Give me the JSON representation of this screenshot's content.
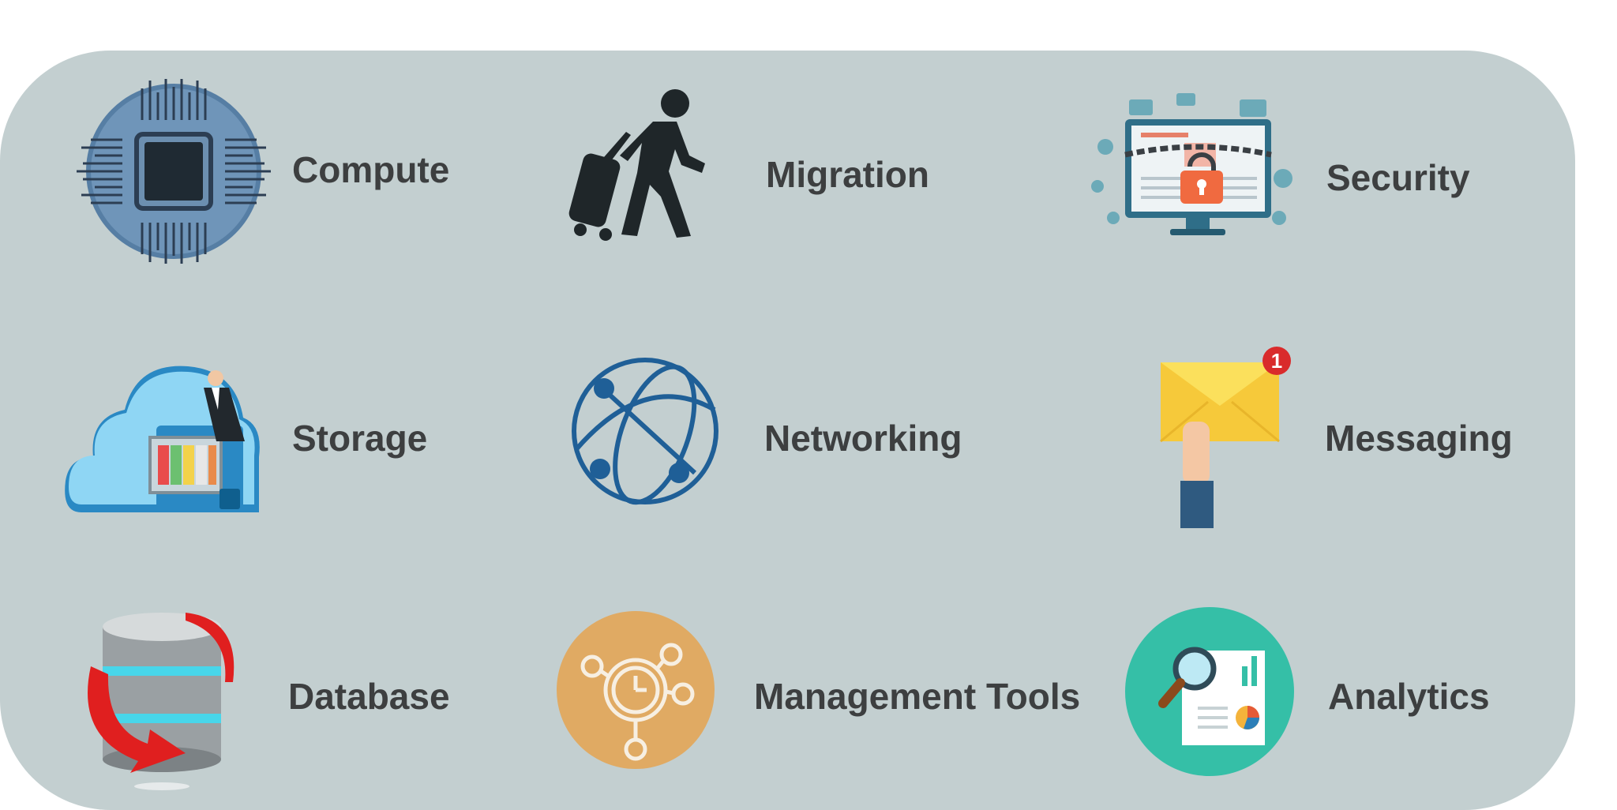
{
  "panel": {
    "background": "#c3cfd0"
  },
  "services": [
    {
      "label": "Compute",
      "icon": "cpu-chip-icon"
    },
    {
      "label": "Migration",
      "icon": "traveler-with-luggage-icon"
    },
    {
      "label": "Security",
      "icon": "locked-monitor-icon"
    },
    {
      "label": "Storage",
      "icon": "cloud-file-cabinet-icon"
    },
    {
      "label": "Networking",
      "icon": "network-globe-icon"
    },
    {
      "label": "Messaging",
      "icon": "envelope-notification-icon"
    },
    {
      "label": "Database",
      "icon": "database-refresh-icon"
    },
    {
      "label": "Management Tools",
      "icon": "management-clock-icon"
    },
    {
      "label": "Analytics",
      "icon": "analytics-report-icon"
    }
  ],
  "badges": {
    "messaging_count": "1"
  },
  "colors": {
    "label_text": "#3d3f40",
    "compute_blue": "#6f95b9",
    "network_blue": "#1f5f97",
    "storage_cloud": "#5fbfe6",
    "envelope_yellow": "#f6c93a",
    "badge_red": "#d92b2b",
    "database_red": "#e01f1f",
    "management_orange": "#e0aa63",
    "analytics_teal": "#35bfa7"
  }
}
